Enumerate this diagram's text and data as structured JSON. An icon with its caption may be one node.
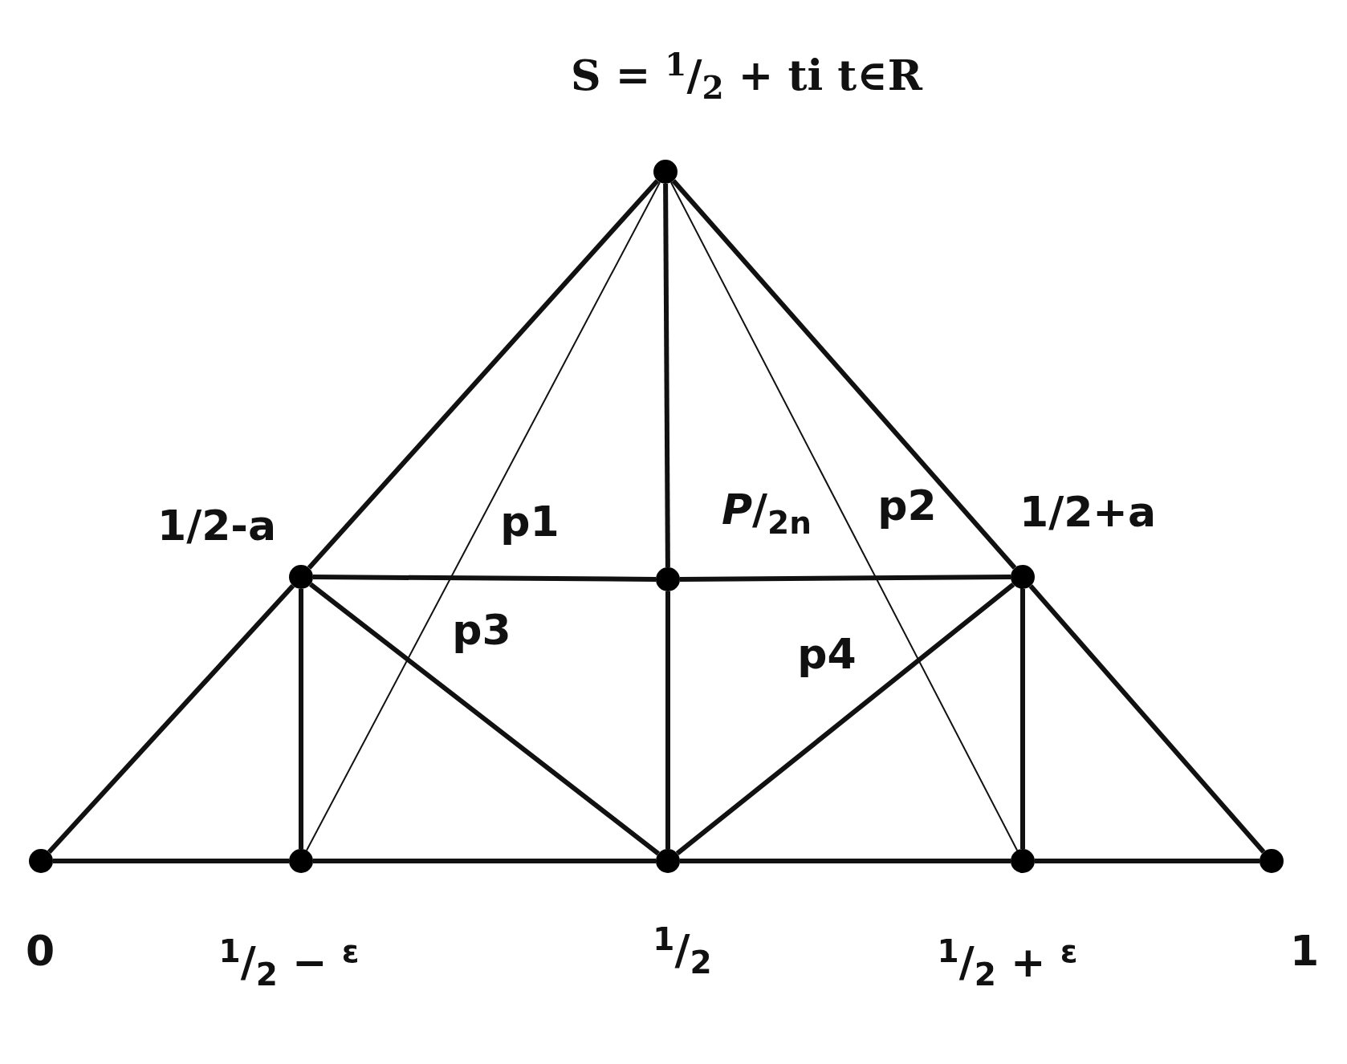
{
  "diagram": {
    "nodes": [
      {
        "text": [],
        "shape": "circle",
        "beside": [
          "S = $^{1}$/$_{2}$ + ti t∈R"
        ]
      },
      {
        "text": [],
        "shape": "circle",
        "beside": [
          "1/2-a"
        ]
      },
      {
        "text": [],
        "shape": "circle"
      },
      {
        "text": [],
        "shape": "circle",
        "beside": [
          "1/2+a"
        ]
      },
      {
        "text": [],
        "shape": "circle",
        "beside": [
          "0"
        ]
      },
      {
        "text": [],
        "shape": "circle",
        "beside": [
          "$^{1}$/$_{2}$ − $^{ε}$"
        ]
      },
      {
        "text": [],
        "shape": "circle",
        "beside": [
          "$^{1}$/$_{2}$"
        ]
      },
      {
        "text": [],
        "shape": "circle",
        "beside": [
          "$^{1}$/$_{2}$ + $^{ε}$"
        ]
      },
      {
        "text": [],
        "shape": "circle",
        "beside": [
          "1"
        ]
      }
    ],
    "edges": [
      {
        "from": 0,
        "to": 1,
        "arrow": "none"
      },
      {
        "from": 1,
        "to": 4,
        "arrow": "none"
      },
      {
        "from": 0,
        "to": 3,
        "arrow": "none"
      },
      {
        "from": 3,
        "to": 8,
        "arrow": "none"
      },
      {
        "from": 0,
        "to": 2,
        "arrow": "none"
      },
      {
        "from": 2,
        "to": 6,
        "arrow": "none"
      },
      {
        "from": 1,
        "to": 2,
        "arrow": "none"
      },
      {
        "from": 2,
        "to": 3,
        "arrow": "none"
      },
      {
        "from": 4,
        "to": 5,
        "arrow": "none"
      },
      {
        "from": 5,
        "to": 6,
        "arrow": "none"
      },
      {
        "from": 6,
        "to": 7,
        "arrow": "none"
      },
      {
        "from": 7,
        "to": 8,
        "arrow": "none"
      },
      {
        "from": 1,
        "to": 5,
        "arrow": "none"
      },
      {
        "from": 3,
        "to": 7,
        "arrow": "none"
      },
      {
        "from": 1,
        "to": 6,
        "arrow": "none"
      },
      {
        "from": 6,
        "to": 3,
        "arrow": "none"
      },
      {
        "from": 0,
        "to": 5,
        "arrow": "none"
      },
      {
        "from": 0,
        "to": 7,
        "arrow": "none"
      }
    ],
    "labels": [
      "*P*/$_{2n}$",
      "p2",
      "p1",
      "p3",
      "p4"
    ]
  }
}
